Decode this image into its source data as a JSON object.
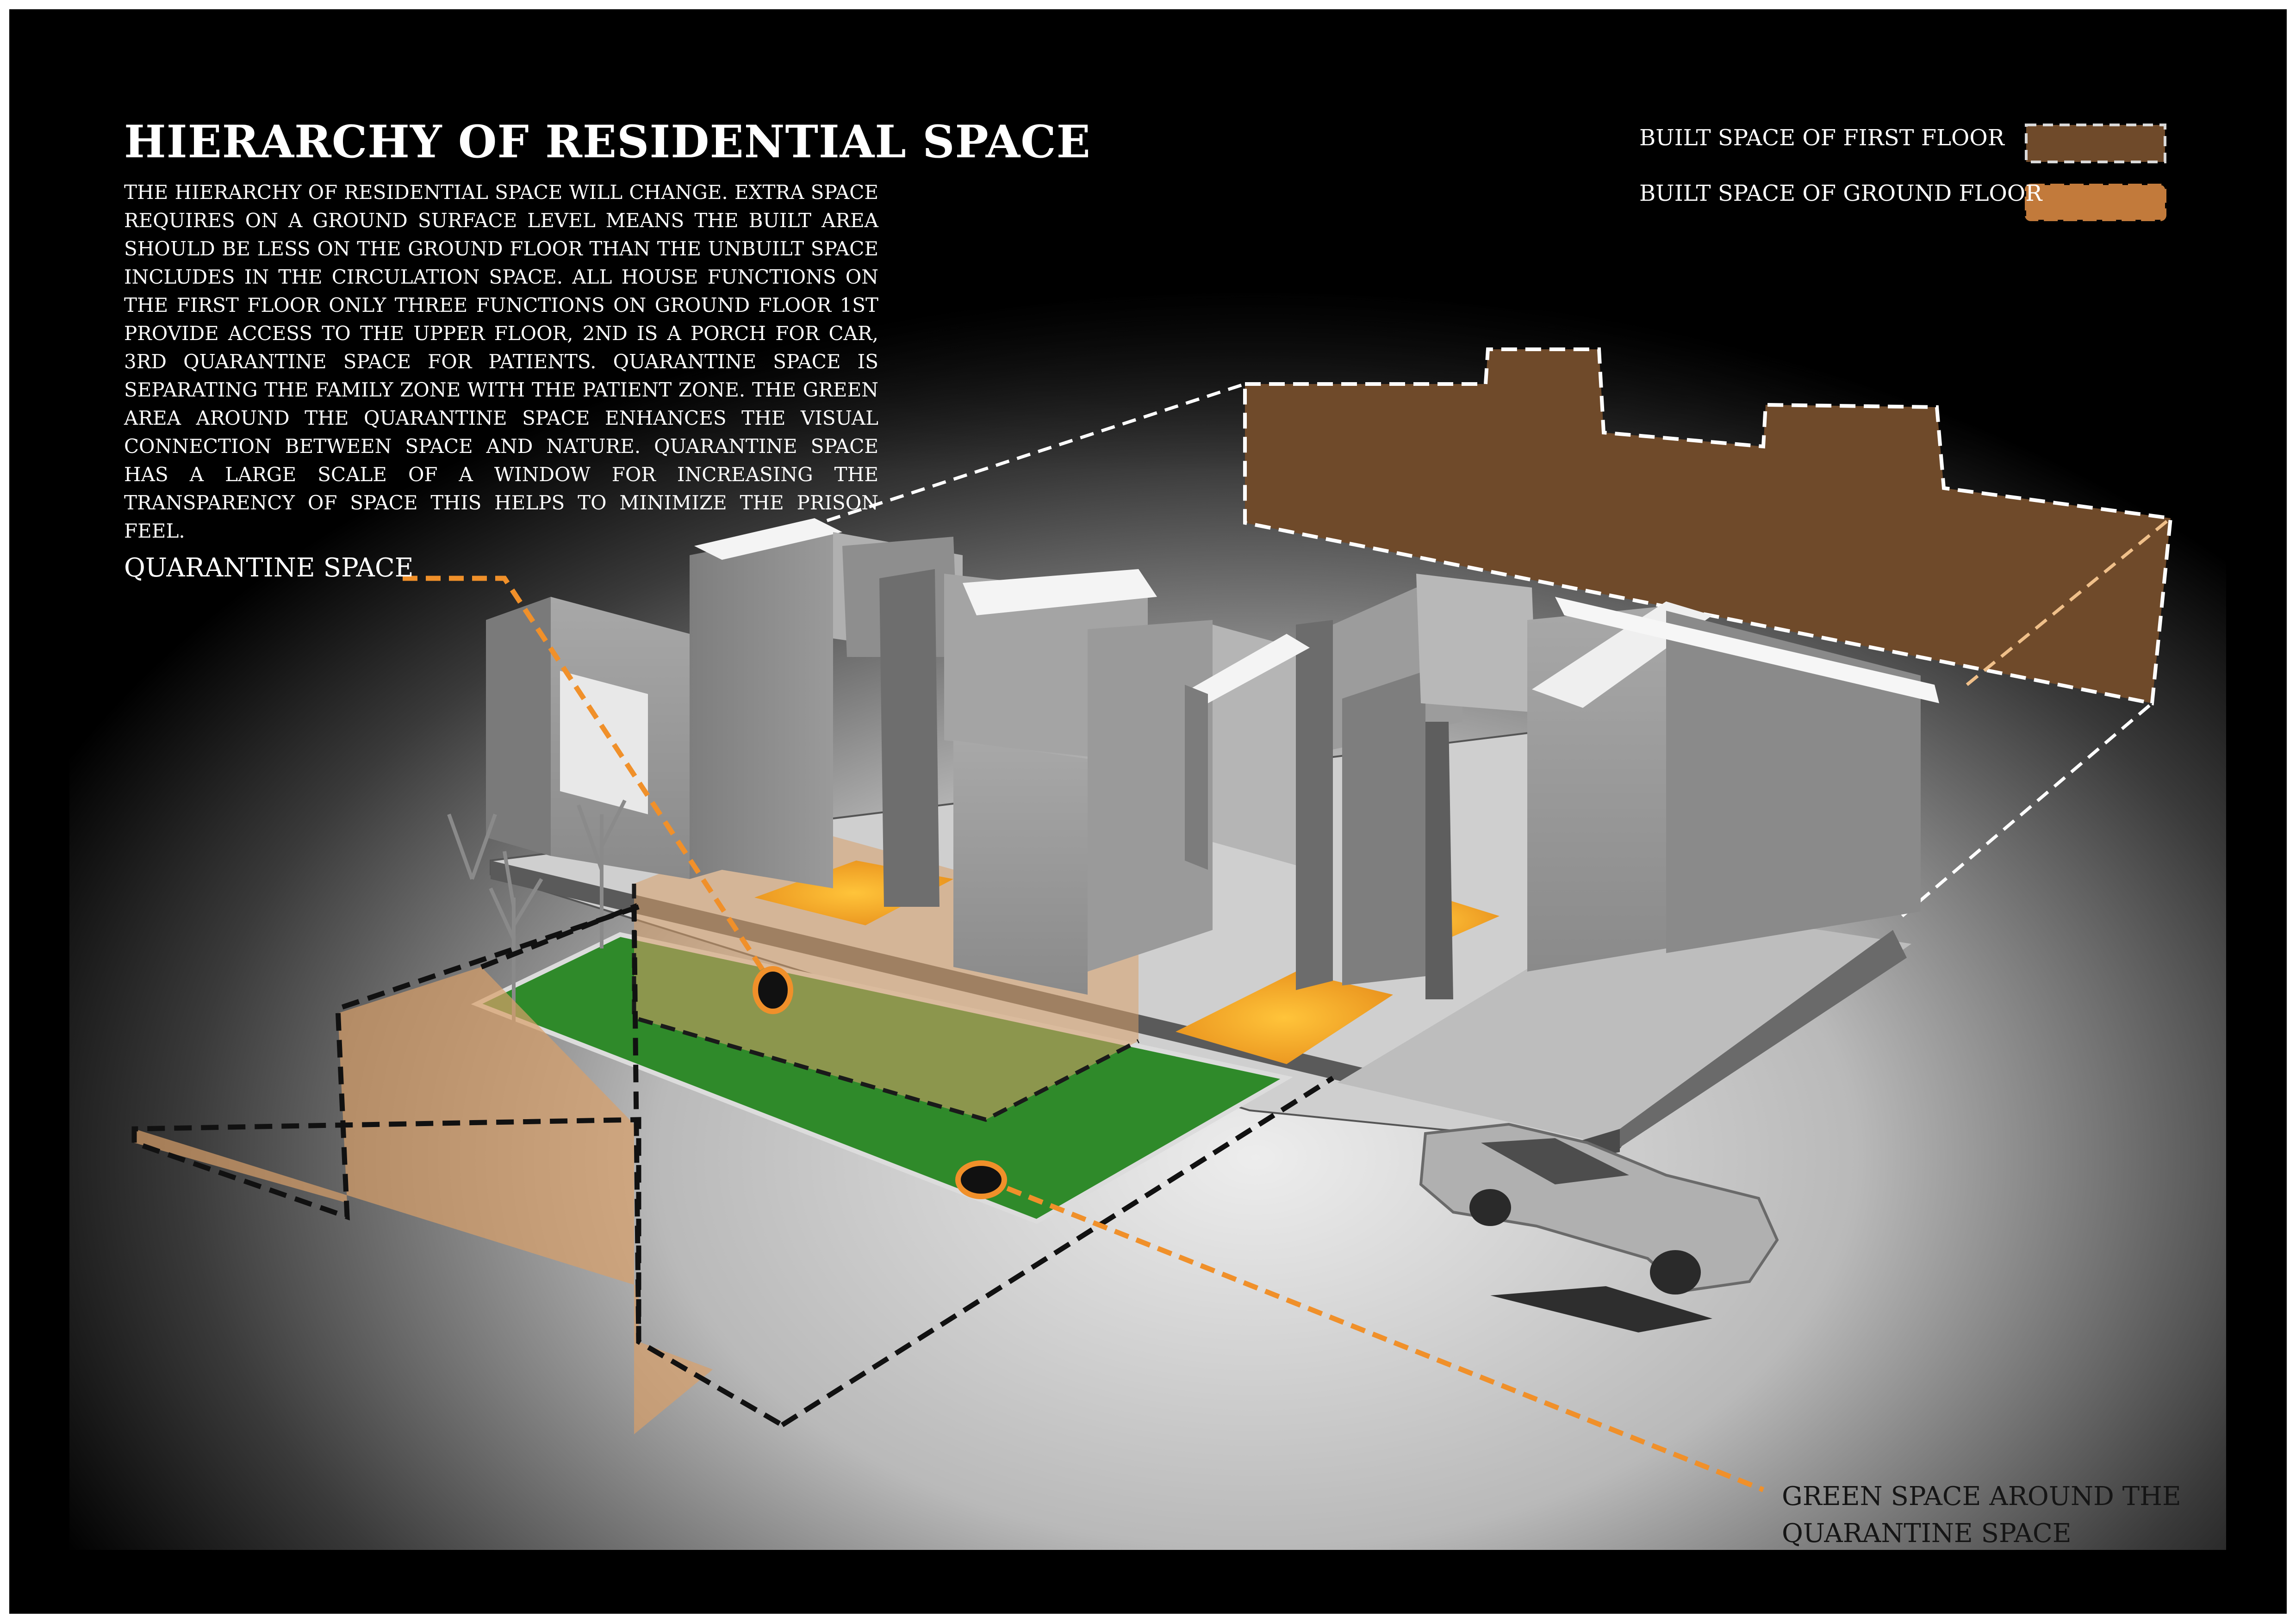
{
  "title": "HIERARCHY OF RESIDENTIAL SPACE",
  "description": "THE HIERARCHY OF RESIDENTIAL SPACE WILL CHANGE. EXTRA SPACE REQUIRES ON A GROUND SURFACE LEVEL MEANS THE BUILT AREA SHOULD BE LESS ON THE GROUND FLOOR THAN THE UNBUILT SPACE INCLUDES IN THE CIRCULATION SPACE. ALL HOUSE FUNCTIONS ON THE FIRST FLOOR ONLY THREE FUNCTIONS ON GROUND FLOOR 1ST PROVIDE ACCESS TO THE UPPER FLOOR, 2ND IS A PORCH FOR CAR, 3RD QUARANTINE SPACE FOR PATIENTS. QUARANTINE SPACE IS SEPARATING THE FAMILY ZONE WITH THE PATIENT ZONE. THE GREEN AREA AROUND THE QUARANTINE SPACE ENHANCES THE VISUAL CONNECTION BETWEEN SPACE AND NATURE. QUARANTINE SPACE HAS A LARGE SCALE OF A WINDOW FOR INCREASING THE TRANSPARENCY OF SPACE THIS HELPS TO MINIMIZE THE PRISON FEEL.",
  "legend": {
    "first_floor": "BUILT SPACE OF FIRST FLOOR",
    "ground_floor": "BUILT SPACE OF GROUND FLOOR"
  },
  "annotations": {
    "quarantine": "QUARANTINE SPACE",
    "green_line1": "GREEN SPACE AROUND THE",
    "green_line2": "QUARANTINE SPACE"
  },
  "colors": {
    "background": "#000000",
    "first_floor_fill": "#6f4a2a",
    "ground_floor_fill": "#c98a5a",
    "leader_orange": "#f0902a",
    "green_space": "#2f8a2a",
    "wall_grey": "#9c9c9c",
    "light_strip": "#f5a81c"
  }
}
